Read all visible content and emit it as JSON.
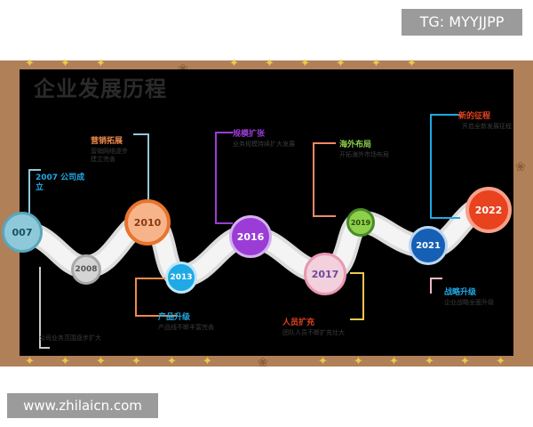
{
  "watermark": {
    "tg": "TG: MYYJJPP",
    "site": "www.zhilaicn.com"
  },
  "title": "企业发展历程",
  "colors": {
    "frame": "#b08058",
    "panel": "#000000",
    "star": "#f0c84a"
  },
  "milestones": [
    {
      "year": "007",
      "label": "2007 公司成立",
      "color": "#8ec9da"
    },
    {
      "year": "2008",
      "label": "",
      "color": "#c9c9c9"
    },
    {
      "year": "2010",
      "label": "营销拓展",
      "color": "#f08a4b"
    },
    {
      "year": "2013",
      "label": "产品升级",
      "color": "#1fa9e6"
    },
    {
      "year": "2016",
      "label": "规模扩张",
      "color": "#9b3cd6"
    },
    {
      "year": "2017",
      "label": "人员扩充",
      "color": "#f2b7c8"
    },
    {
      "year": "2019",
      "label": "海外布局",
      "color": "#8ed04a"
    },
    {
      "year": "2021",
      "label": "战略升级",
      "color": "#1560b5"
    },
    {
      "year": "2022",
      "label": "新的征程",
      "color": "#e8421e"
    }
  ],
  "descriptions": {
    "d2007": "",
    "d2008": "公司业务范围逐步扩大",
    "d2010": "营销网络逐步建立完善",
    "d2013": "产品线不断丰富完善",
    "d2016": "业务规模持续扩大发展",
    "d2017": "团队人员不断扩充壮大",
    "d2019": "开拓海外市场布局",
    "d2021": "企业战略全面升级",
    "d2022": "开启全新发展征程"
  }
}
